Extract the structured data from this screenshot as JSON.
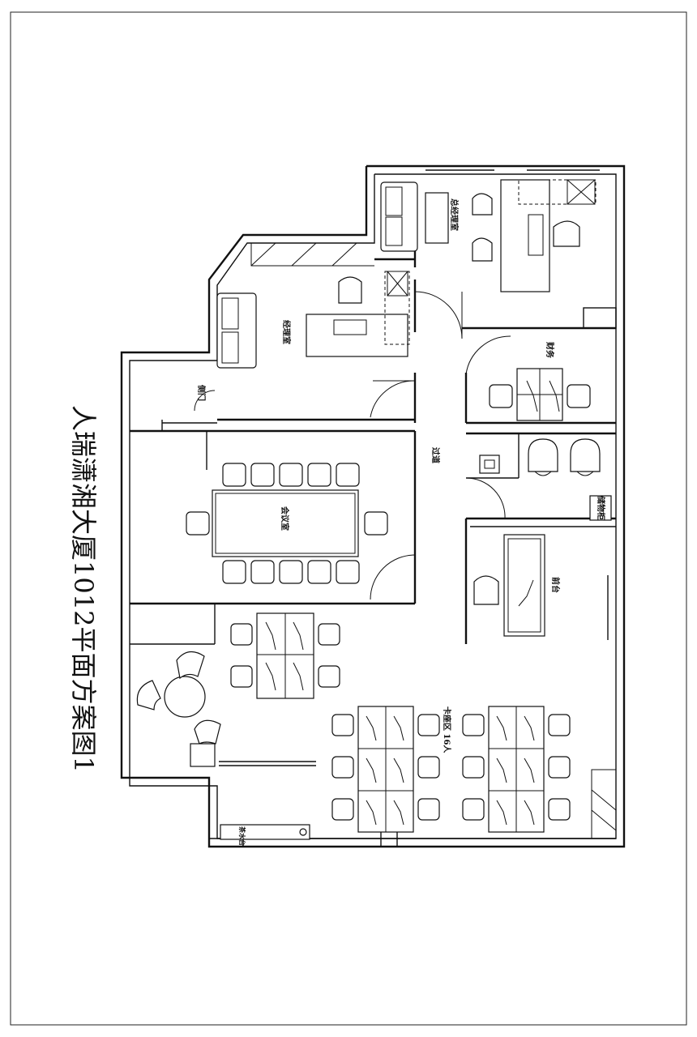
{
  "title": "人瑞潇湘大厦1012平面方案图1",
  "rooms": {
    "general_manager_office": "总经理室",
    "manager_office": "经理室",
    "side_door": "侧门",
    "meeting_room": "会议室",
    "corridor": "过道",
    "finance": "财务",
    "storage": "储物柜",
    "reception": "前台",
    "workstations": "卡座区 16人",
    "tea_station": "茶水台"
  }
}
